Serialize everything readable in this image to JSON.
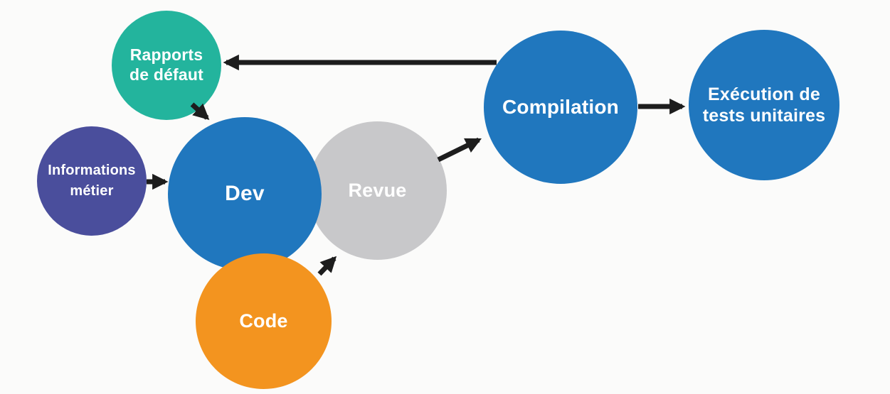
{
  "diagram": {
    "background": "#fbfbfa",
    "arrow_color": "#1d1d1d",
    "text_color": "#ffffff",
    "nodes": {
      "rapports": {
        "label": "Rapports\nde défaut",
        "color": "#23b49d"
      },
      "informations": {
        "label": "Informations\nmétier",
        "color": "#4a4e9c"
      },
      "dev": {
        "label": "Dev",
        "color": "#2077be"
      },
      "code": {
        "label": "Code",
        "color": "#f3941f"
      },
      "revue": {
        "label": "Revue",
        "color": "#c8c8ca"
      },
      "compilation": {
        "label": "Compilation",
        "color": "#2077be"
      },
      "execution": {
        "label": "Exécution de\ntests unitaires",
        "color": "#2077be"
      }
    },
    "edges": [
      {
        "from": "informations",
        "to": "dev"
      },
      {
        "from": "rapports",
        "to": "dev"
      },
      {
        "from": "code",
        "to": "revue"
      },
      {
        "from": "revue",
        "to": "compilation"
      },
      {
        "from": "compilation",
        "to": "execution"
      },
      {
        "from": "compilation",
        "to": "rapports"
      }
    ]
  }
}
